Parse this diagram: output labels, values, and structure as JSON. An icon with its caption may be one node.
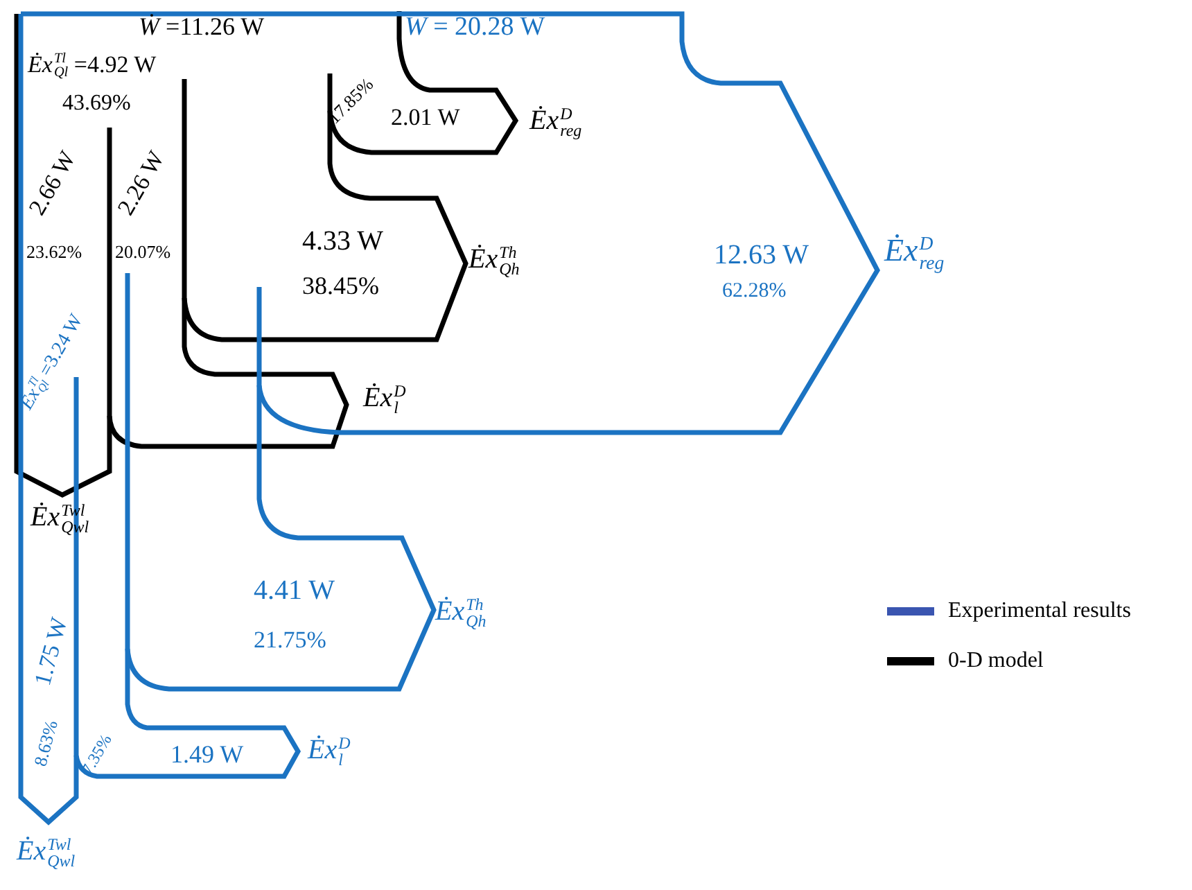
{
  "diagram": {
    "labels": [
      "*Ẇ* =11.26 W",
      "*Ẇ* = 20.28 W",
      "*Ėx*$^{Tl}$$_{Ql}$ =4.92 W",
      "43.69%",
      "17.85%",
      "2.01 W",
      "*Ėx*$^{D}$$_{reg}$",
      "2.66 W",
      "2.26 W",
      "4.33 W",
      "12.63 W",
      "*Ėx*$^{D}$$_{reg}$",
      "23.62%",
      "20.07%",
      "*Ėx*$^{Th}$$_{Qh}$",
      "38.45%",
      "62.28%",
      "*Ėx*$^{Tl}$$_{Ql}$ =3.24 W",
      "*Ėx*$^{D}$$_{l}$",
      "*Ėx*$^{Twl}$$_{Qwl}$",
      "4.41 W",
      "*Ėx*$^{Th}$$_{Qh}$",
      "1.75 W",
      "21.75%",
      "8.63%",
      "7.35%",
      "1.49 W",
      "*Ėx*$^{D}$$_{l}$",
      "*Ėx*$^{Twl}$$_{Qwl}$"
    ],
    "legend": [
      {
        "text": "Experimental results",
        "color": "#3a55b0"
      },
      {
        "text": "0-D model",
        "color": "#000000"
      }
    ]
  }
}
